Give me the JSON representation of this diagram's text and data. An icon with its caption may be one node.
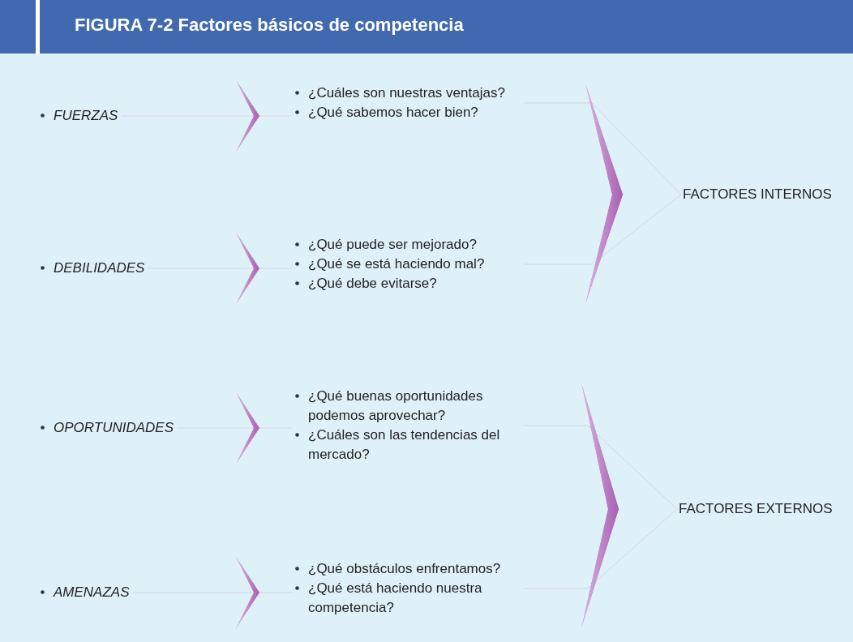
{
  "diagram": {
    "title": "FIGURA 7-2 Factores básicos de competencia",
    "nodes": [
      {
        "text": [
          "FUERZAS"
        ]
      },
      {
        "text": [
          "¿Cuáles son nuestras ventajas?",
          "¿Qué sabemos hacer bien?"
        ]
      },
      {
        "text": [
          "DEBILIDADES"
        ]
      },
      {
        "text": [
          "¿Qué puede ser mejorado?",
          "¿Qué se está haciendo mal?",
          "¿Qué debe evitarse?"
        ]
      },
      {
        "text": [
          "OPORTUNIDADES"
        ]
      },
      {
        "text": [
          "¿Qué buenas oportunidades podemos aprovechar?",
          "¿Cuáles son las tendencias del mercado?"
        ]
      },
      {
        "text": [
          "AMENAZAS"
        ]
      },
      {
        "text": [
          "¿Qué obstáculos enfrentamos?",
          "¿Qué está haciendo nuestra competencia?"
        ]
      },
      {
        "text": [
          "FACTORES INTERNOS"
        ]
      },
      {
        "text": [
          "FACTORES EXTERNOS"
        ]
      }
    ],
    "edges": [
      {
        "from": 0,
        "to": 1,
        "arrow": "to"
      },
      {
        "from": 2,
        "to": 3,
        "arrow": "to"
      },
      {
        "from": 4,
        "to": 5,
        "arrow": "to"
      },
      {
        "from": 6,
        "to": 7,
        "arrow": "to"
      },
      {
        "from": 1,
        "to": 8,
        "arrow": "to"
      },
      {
        "from": 3,
        "to": 8,
        "arrow": "to"
      },
      {
        "from": 5,
        "to": 9,
        "arrow": "to"
      },
      {
        "from": 7,
        "to": 9,
        "arrow": "to"
      }
    ]
  }
}
